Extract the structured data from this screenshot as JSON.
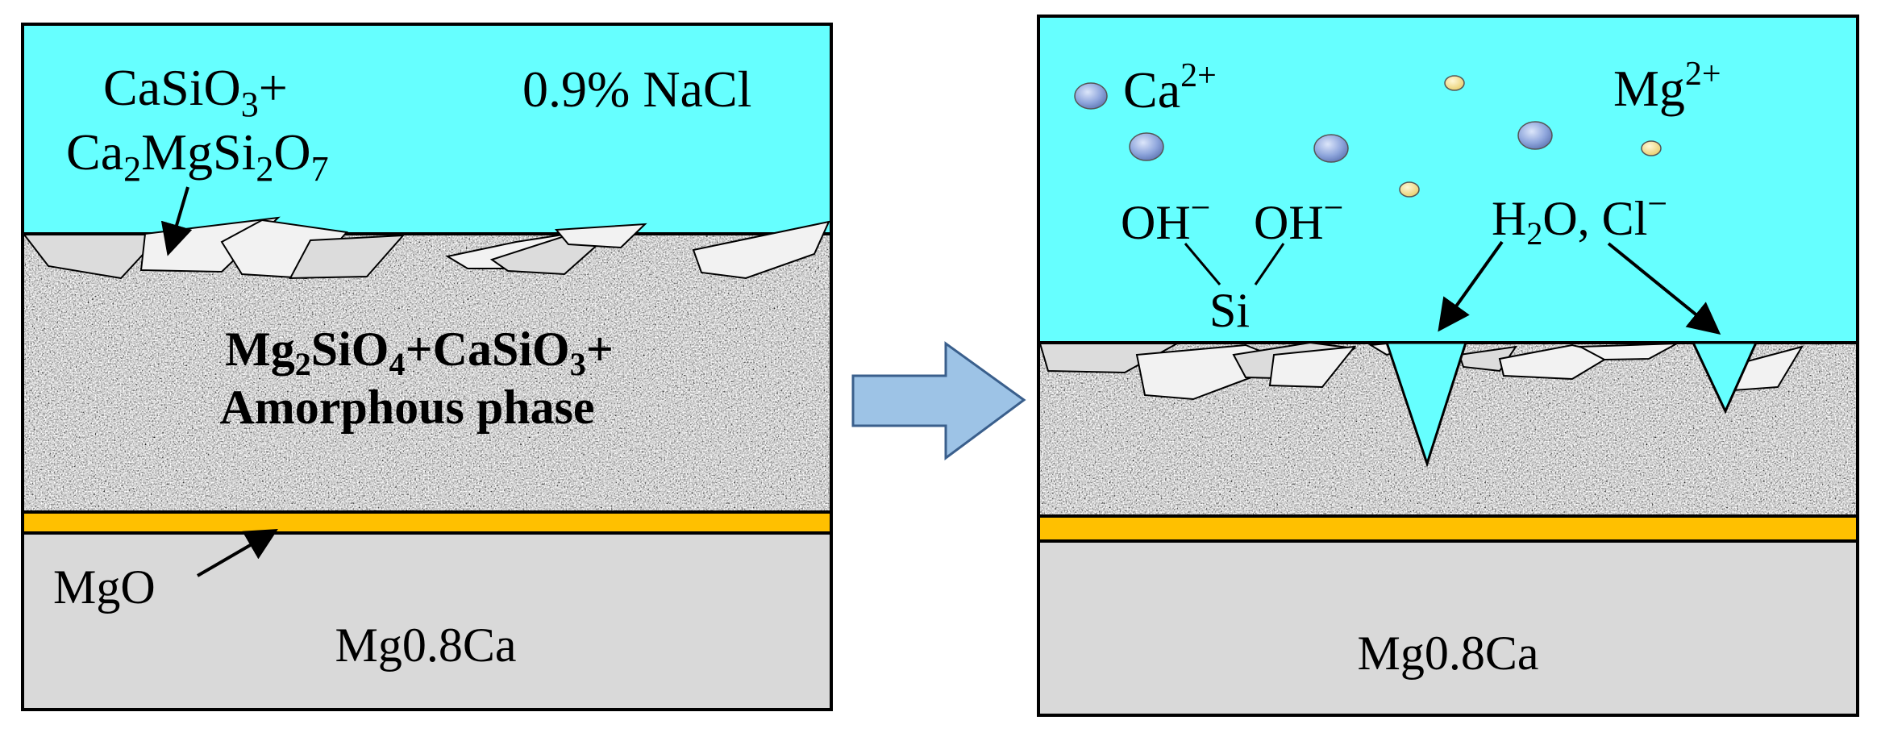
{
  "colors": {
    "electrolyte": "#66FFFF",
    "coating_texture": "#a2a2a2",
    "mgo_layer": "#FFC000",
    "substrate": "#D9D9D9",
    "crystal_light": "#F2F2F2",
    "crystal_mid": "#DCDCDC",
    "arrow_fill": "#9DC3E6",
    "ion_large": "#8FA6DC",
    "ion_small": "#F5E08A",
    "outline": "#000000"
  },
  "left_panel": {
    "labels": {
      "crystals_line1": "CaSiO",
      "crystals_line1_sub": "3",
      "crystals_line1_tail": "+",
      "crystals_line2_a": "Ca",
      "crystals_line2_sub1": "2",
      "crystals_line2_b": "MgSi",
      "crystals_line2_sub2": "2",
      "crystals_line2_c": "O",
      "crystals_line2_sub3": "7",
      "solution": "0.9% NaCl",
      "coating_line1_a": "Mg",
      "coating_line1_sub1": "2",
      "coating_line1_b": "SiO",
      "coating_line1_sub2": "4",
      "coating_line1_c": "+CaSiO",
      "coating_line1_sub3": "3",
      "coating_line1_d": "+",
      "coating_line2": "Amorphous phase",
      "oxide": "MgO",
      "substrate": "Mg0.8Ca"
    }
  },
  "right_panel": {
    "labels": {
      "ca_ion": "Ca",
      "ca_ion_charge": "2+",
      "mg_ion": "Mg",
      "mg_ion_charge": "2+",
      "hydroxyl_1": "OH",
      "hydroxyl_1_charge": "−",
      "hydroxyl_2": "OH",
      "hydroxyl_2_charge": "−",
      "silicon": "Si",
      "water_a": "H",
      "water_sub": "2",
      "water_b": "O, Cl",
      "water_charge": "−",
      "substrate": "Mg0.8Ca"
    }
  }
}
